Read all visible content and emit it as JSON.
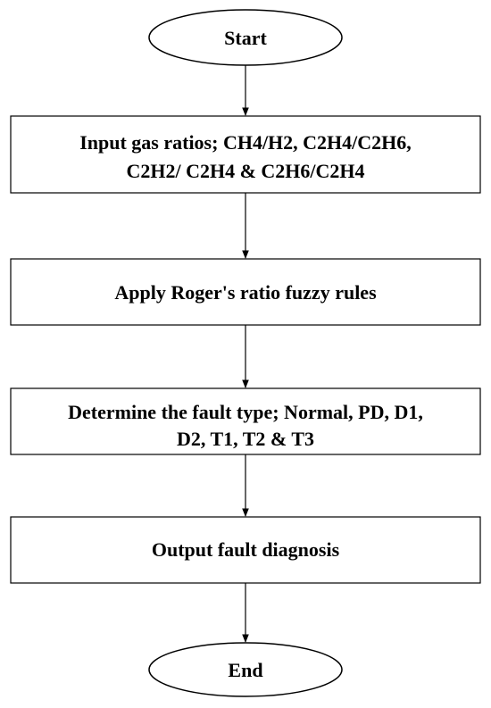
{
  "flowchart": {
    "start": {
      "label": "Start"
    },
    "steps": [
      {
        "lines": [
          "Input gas ratios;  CH4/H2, C2H4/C2H6,",
          "C2H2/ C2H4 & C2H6/C2H4"
        ]
      },
      {
        "lines": [
          "Apply Roger's ratio fuzzy rules"
        ]
      },
      {
        "lines": [
          "Determine the fault type; Normal, PD, D1,",
          "D2, T1, T2 & T3"
        ]
      },
      {
        "lines": [
          "Output fault diagnosis"
        ]
      }
    ],
    "end": {
      "label": "End"
    }
  }
}
